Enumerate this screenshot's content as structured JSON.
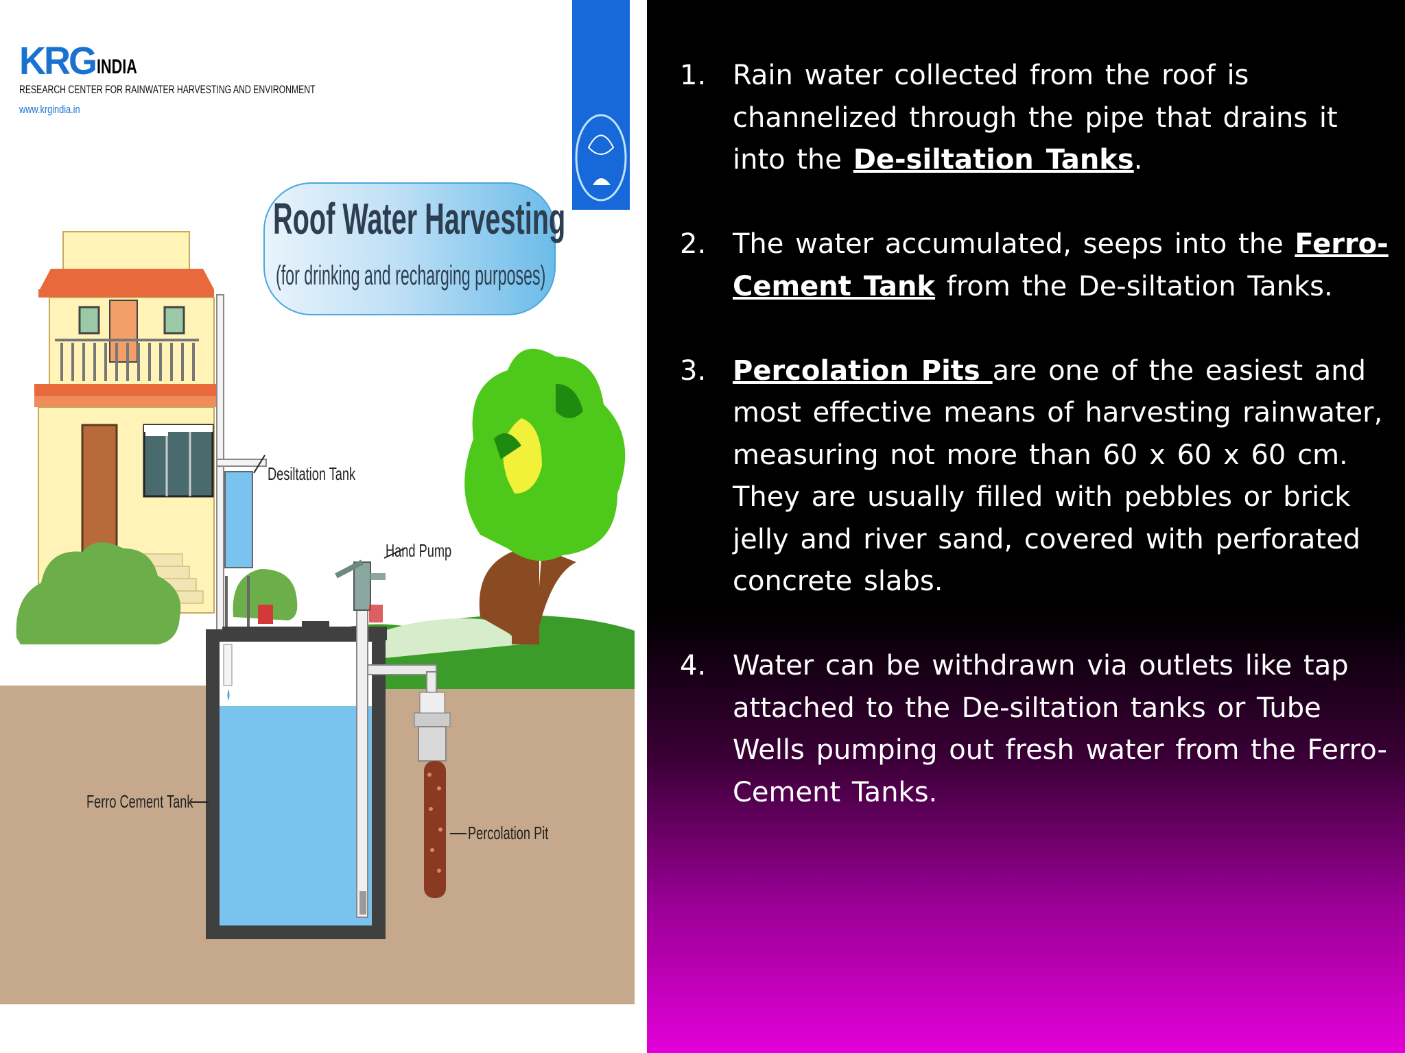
{
  "illustration": {
    "logo_mark": "KRG",
    "logo_word": "INDIA",
    "logo_subtitle": "RESEARCH CENTER FOR RAINWATER HARVESTING AND ENVIRONMENT",
    "logo_url": "www.krgindia.in",
    "title": "Roof Water Harvesting",
    "subtitle": "(for drinking and recharging purposes)",
    "labels": {
      "desiltation": "Desiltation Tank",
      "hand_pump": "Hand Pump",
      "ferro_cement": "Ferro Cement Tank",
      "percolation": "Percolation Pit"
    }
  },
  "points": [
    {
      "num": "1.",
      "before": "Rain water collected from the roof is channelized through the pipe that drains it into the ",
      "bold": "De-siltation Tanks",
      "after": "."
    },
    {
      "num": "2.",
      "before": "The water accumulated, seeps into the ",
      "bold": "Ferro-Cement Tank",
      "after": " from the De-siltation Tanks."
    },
    {
      "num": "3.",
      "before": "",
      "bold": "Percolation Pits ",
      "after": "are one of the easiest and most effective means of harvesting rainwater, measuring not more than 60 x 60 x 60 cm. They are usually filled with pebbles or brick jelly and river sand, covered with perforated concrete slabs."
    },
    {
      "num": "4.",
      "before": "Water can be withdrawn via outlets like tap attached to the De-siltation tanks or Tube Wells pumping out fresh water from the Ferro-Cement Tanks.",
      "bold": "",
      "after": ""
    }
  ],
  "colors": {
    "brand_blue": "#1a72d0",
    "water_blue": "#79c3ee",
    "ground": "#c6a98c",
    "gradient_bottom": "#e200d8"
  }
}
